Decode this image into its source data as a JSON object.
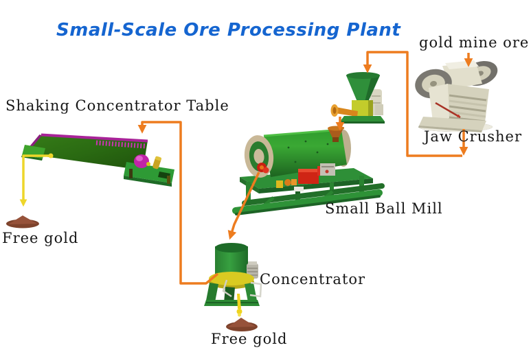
{
  "title": "Small-Scale Ore Processing Plant",
  "labels": {
    "gold_mine_ore": "gold mine ore",
    "jaw_crusher": "Jaw Crusher",
    "shaking_table": "Shaking Concentrator Table",
    "small_ball_mill": "Small Ball Mill",
    "concentrator": "Concentrator",
    "free_gold_left": "Free gold",
    "free_gold_bottom": "Free gold"
  },
  "diagram": {
    "type": "process-flow",
    "nodes": [
      {
        "id": "gold-mine-ore",
        "label": "gold mine ore"
      },
      {
        "id": "jaw-crusher",
        "label": "Jaw Crusher"
      },
      {
        "id": "feeder-hopper",
        "label": ""
      },
      {
        "id": "small-ball-mill",
        "label": "Small Ball Mill"
      },
      {
        "id": "concentrator",
        "label": "Concentrator"
      },
      {
        "id": "shaking-concentrator-table",
        "label": "Shaking Concentrator Table"
      },
      {
        "id": "free-gold-left",
        "label": "Free gold"
      },
      {
        "id": "free-gold-bottom",
        "label": "Free gold"
      }
    ],
    "edges": [
      {
        "from": "gold-mine-ore",
        "to": "jaw-crusher",
        "color": "#ed7c1f"
      },
      {
        "from": "jaw-crusher",
        "to": "feeder-hopper",
        "color": "#ed7c1f"
      },
      {
        "from": "feeder-hopper",
        "to": "small-ball-mill",
        "color": "#ed7c1f"
      },
      {
        "from": "small-ball-mill",
        "to": "concentrator",
        "color": "#ed7c1f"
      },
      {
        "from": "concentrator",
        "to": "shaking-concentrator-table",
        "color": "#ed7c1f"
      },
      {
        "from": "concentrator",
        "to": "free-gold-bottom",
        "color": "#eed62a"
      },
      {
        "from": "shaking-concentrator-table",
        "to": "free-gold-left",
        "color": "#eed62a"
      }
    ]
  },
  "colors": {
    "title_blue": "#1565d0",
    "label_text": "#161616",
    "flow_orange": "#ed7c1f",
    "flow_yellow": "#eed62a",
    "machine_green": "#2e9637",
    "deck_dark_green": "#2a6a12",
    "magenta": "#c125a8",
    "crusher_beige": "#d5d2bd",
    "gold_pile_brown": "#8d4c33",
    "background": "#ffffff"
  }
}
